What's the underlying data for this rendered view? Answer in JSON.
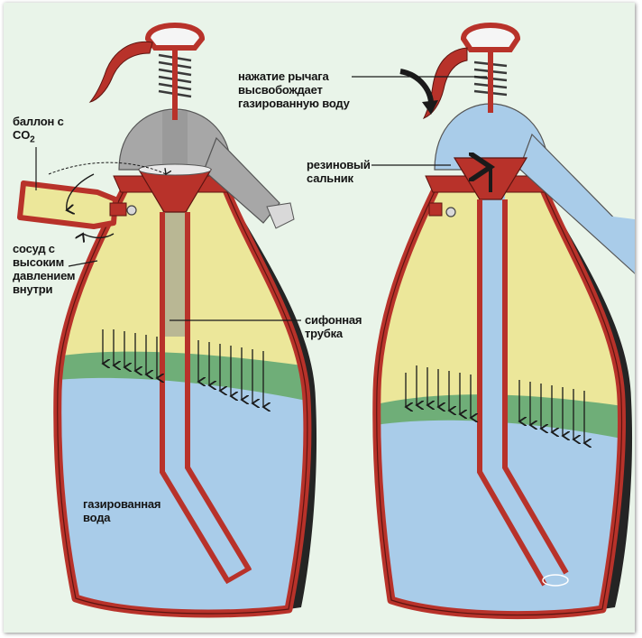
{
  "labels": {
    "co2_canister": {
      "line1": "баллон с",
      "line2_prefix": "CO",
      "line2_sub": "2"
    },
    "pressure_vessel": [
      "сосуд с",
      "высоким",
      "давлением",
      "внутри"
    ],
    "carbonated_water": [
      "газированная",
      "вода"
    ],
    "siphon_tube": [
      "сифонная",
      "трубка"
    ],
    "lever_press": [
      "нажатие рычага",
      "высвобождает",
      "газированную воду"
    ],
    "rubber_seal": [
      "резиновый",
      "сальник"
    ]
  },
  "colors": {
    "background": "#e9f4e9",
    "bottle_wall": "#b8322a",
    "water": "#a9cce9",
    "gas": "#ece79a",
    "foam": "#6fae78",
    "shadow": "#242424",
    "valve_head": "#a7a7a7",
    "arrow": "#1a1a1a"
  }
}
